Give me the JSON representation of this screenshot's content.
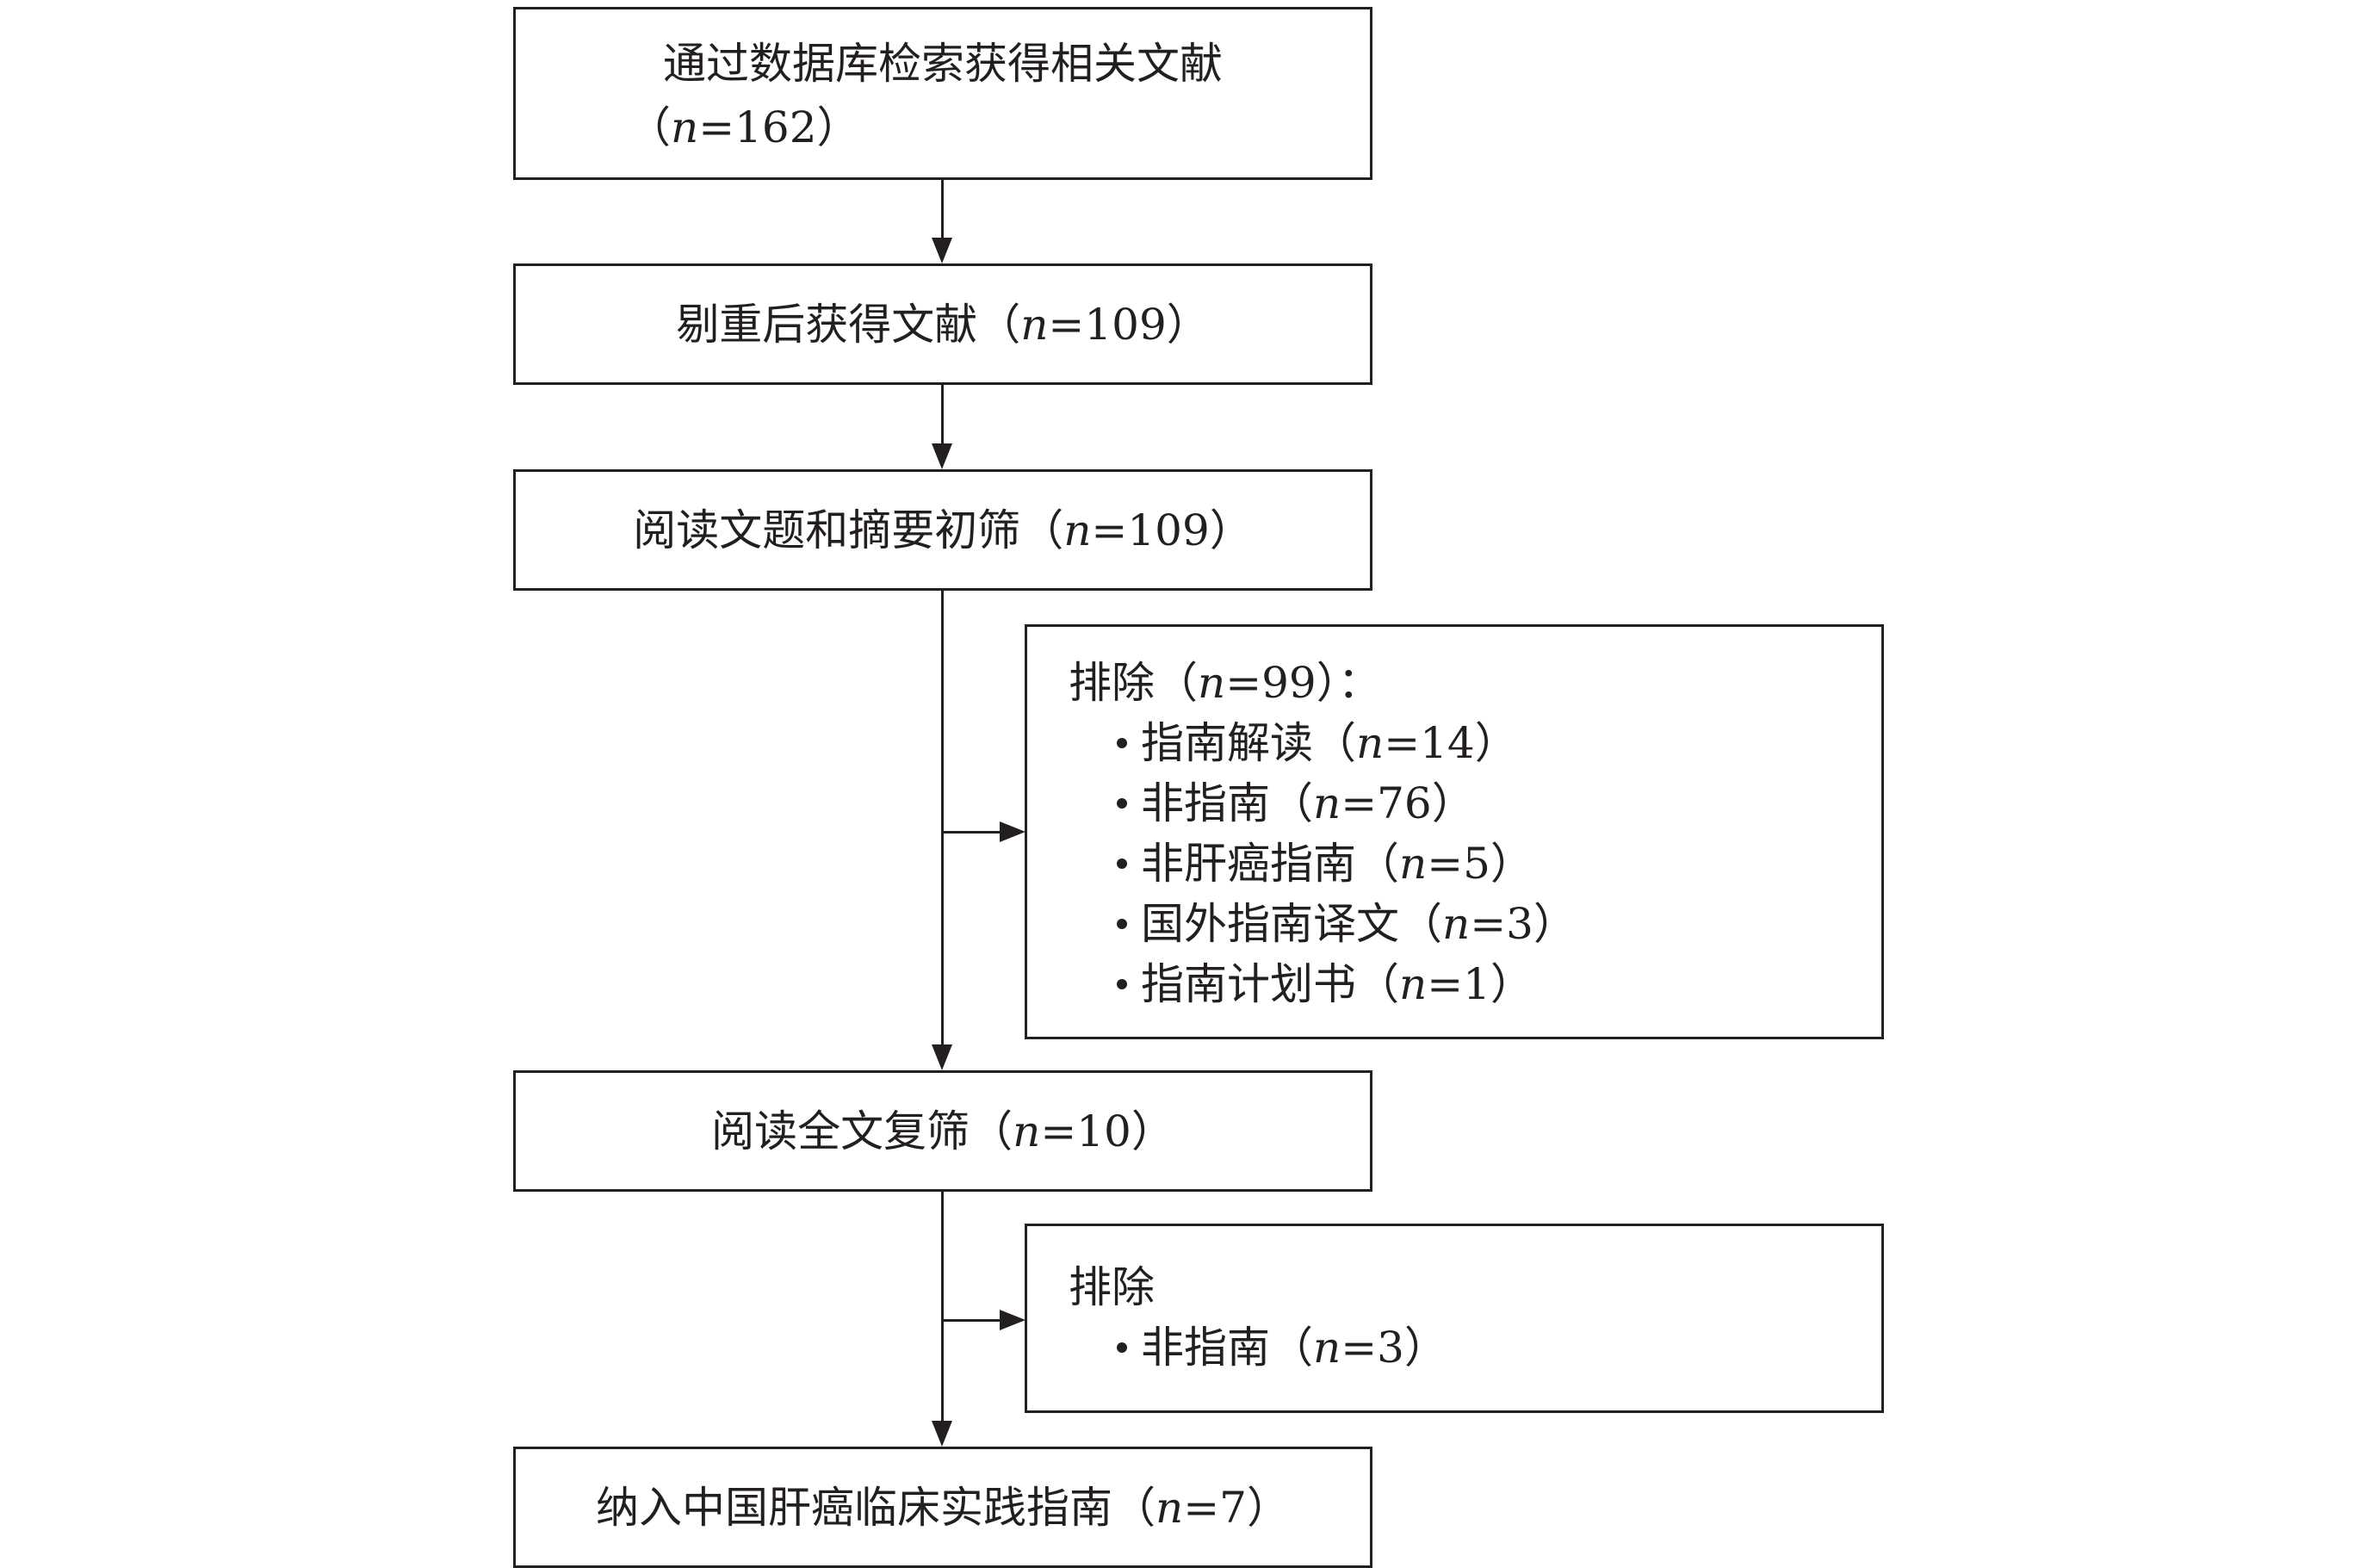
{
  "nodes": {
    "search": {
      "label": "通过数据库检索获得相关文献",
      "count_open": "（",
      "n": "n",
      "count": "=162",
      "count_close": "）"
    },
    "dedup": {
      "label": "剔重后获得文献",
      "open": "（",
      "n": "n",
      "count": "=109",
      "close": "）"
    },
    "screen": {
      "label": "阅读文题和摘要初筛",
      "open": "（",
      "n": "n",
      "count": "=109",
      "close": "）"
    },
    "fulltext": {
      "label": "阅读全文复筛",
      "open": "（",
      "n": "n",
      "count": "=10",
      "close": "）"
    },
    "included": {
      "label": "纳入中国肝癌临床实践指南",
      "open": "（",
      "n": "n",
      "count": "=7",
      "close": "）"
    }
  },
  "exclusions": {
    "first": {
      "heading": "排除",
      "open": "（",
      "n": "n",
      "count": "=99",
      "close": "）：",
      "items": [
        {
          "label": "指南解读",
          "open": "（",
          "n": "n",
          "count": "=14",
          "close": "）"
        },
        {
          "label": "非指南",
          "open": "（",
          "n": "n",
          "count": "=76",
          "close": "）"
        },
        {
          "label": "非肝癌指南",
          "open": "（",
          "n": "n",
          "count": "=5",
          "close": "）"
        },
        {
          "label": "国外指南译文",
          "open": "（",
          "n": "n",
          "count": "=3",
          "close": "）"
        },
        {
          "label": "指南计划书",
          "open": "（",
          "n": "n",
          "count": "=1",
          "close": "）"
        }
      ]
    },
    "second": {
      "heading": "排除",
      "items": [
        {
          "label": "非指南",
          "open": "（",
          "n": "n",
          "count": "=3",
          "close": "）"
        }
      ]
    }
  }
}
